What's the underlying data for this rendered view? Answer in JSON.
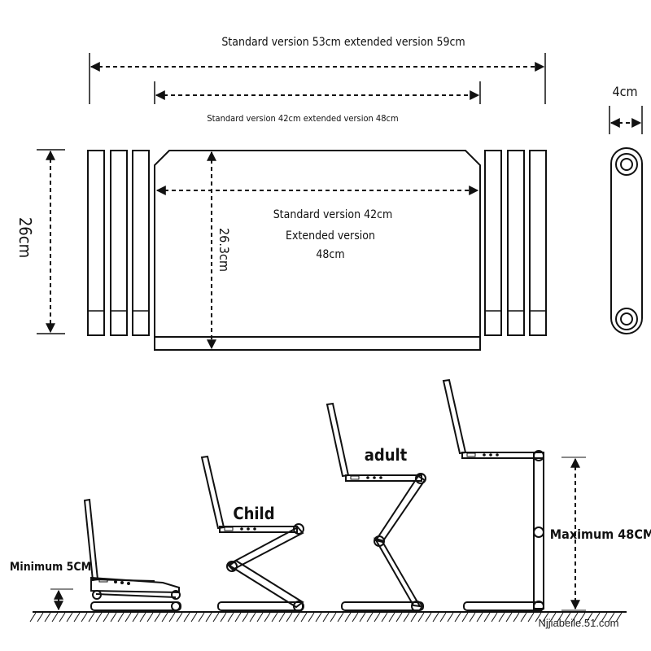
{
  "dimensions": {
    "overall_width": "Standard version 53cm extended version 59cm",
    "inner_width": "Standard version 42cm extended version 48cm",
    "depth_arm": "4cm",
    "depth_left": "26cm",
    "depth_tray": "26.3cm",
    "tray_width_line1": "Standard version 42cm",
    "tray_width_line2": "Extended version",
    "tray_width_line3": "48cm"
  },
  "heights": {
    "minimum": "Minimum 5CM",
    "child": "Child",
    "adult": "adult",
    "maximum": "Maximum 48CM"
  },
  "watermark": "Njjiabeile.51.com",
  "colors": {
    "ink": "#111111",
    "background": "#ffffff"
  }
}
